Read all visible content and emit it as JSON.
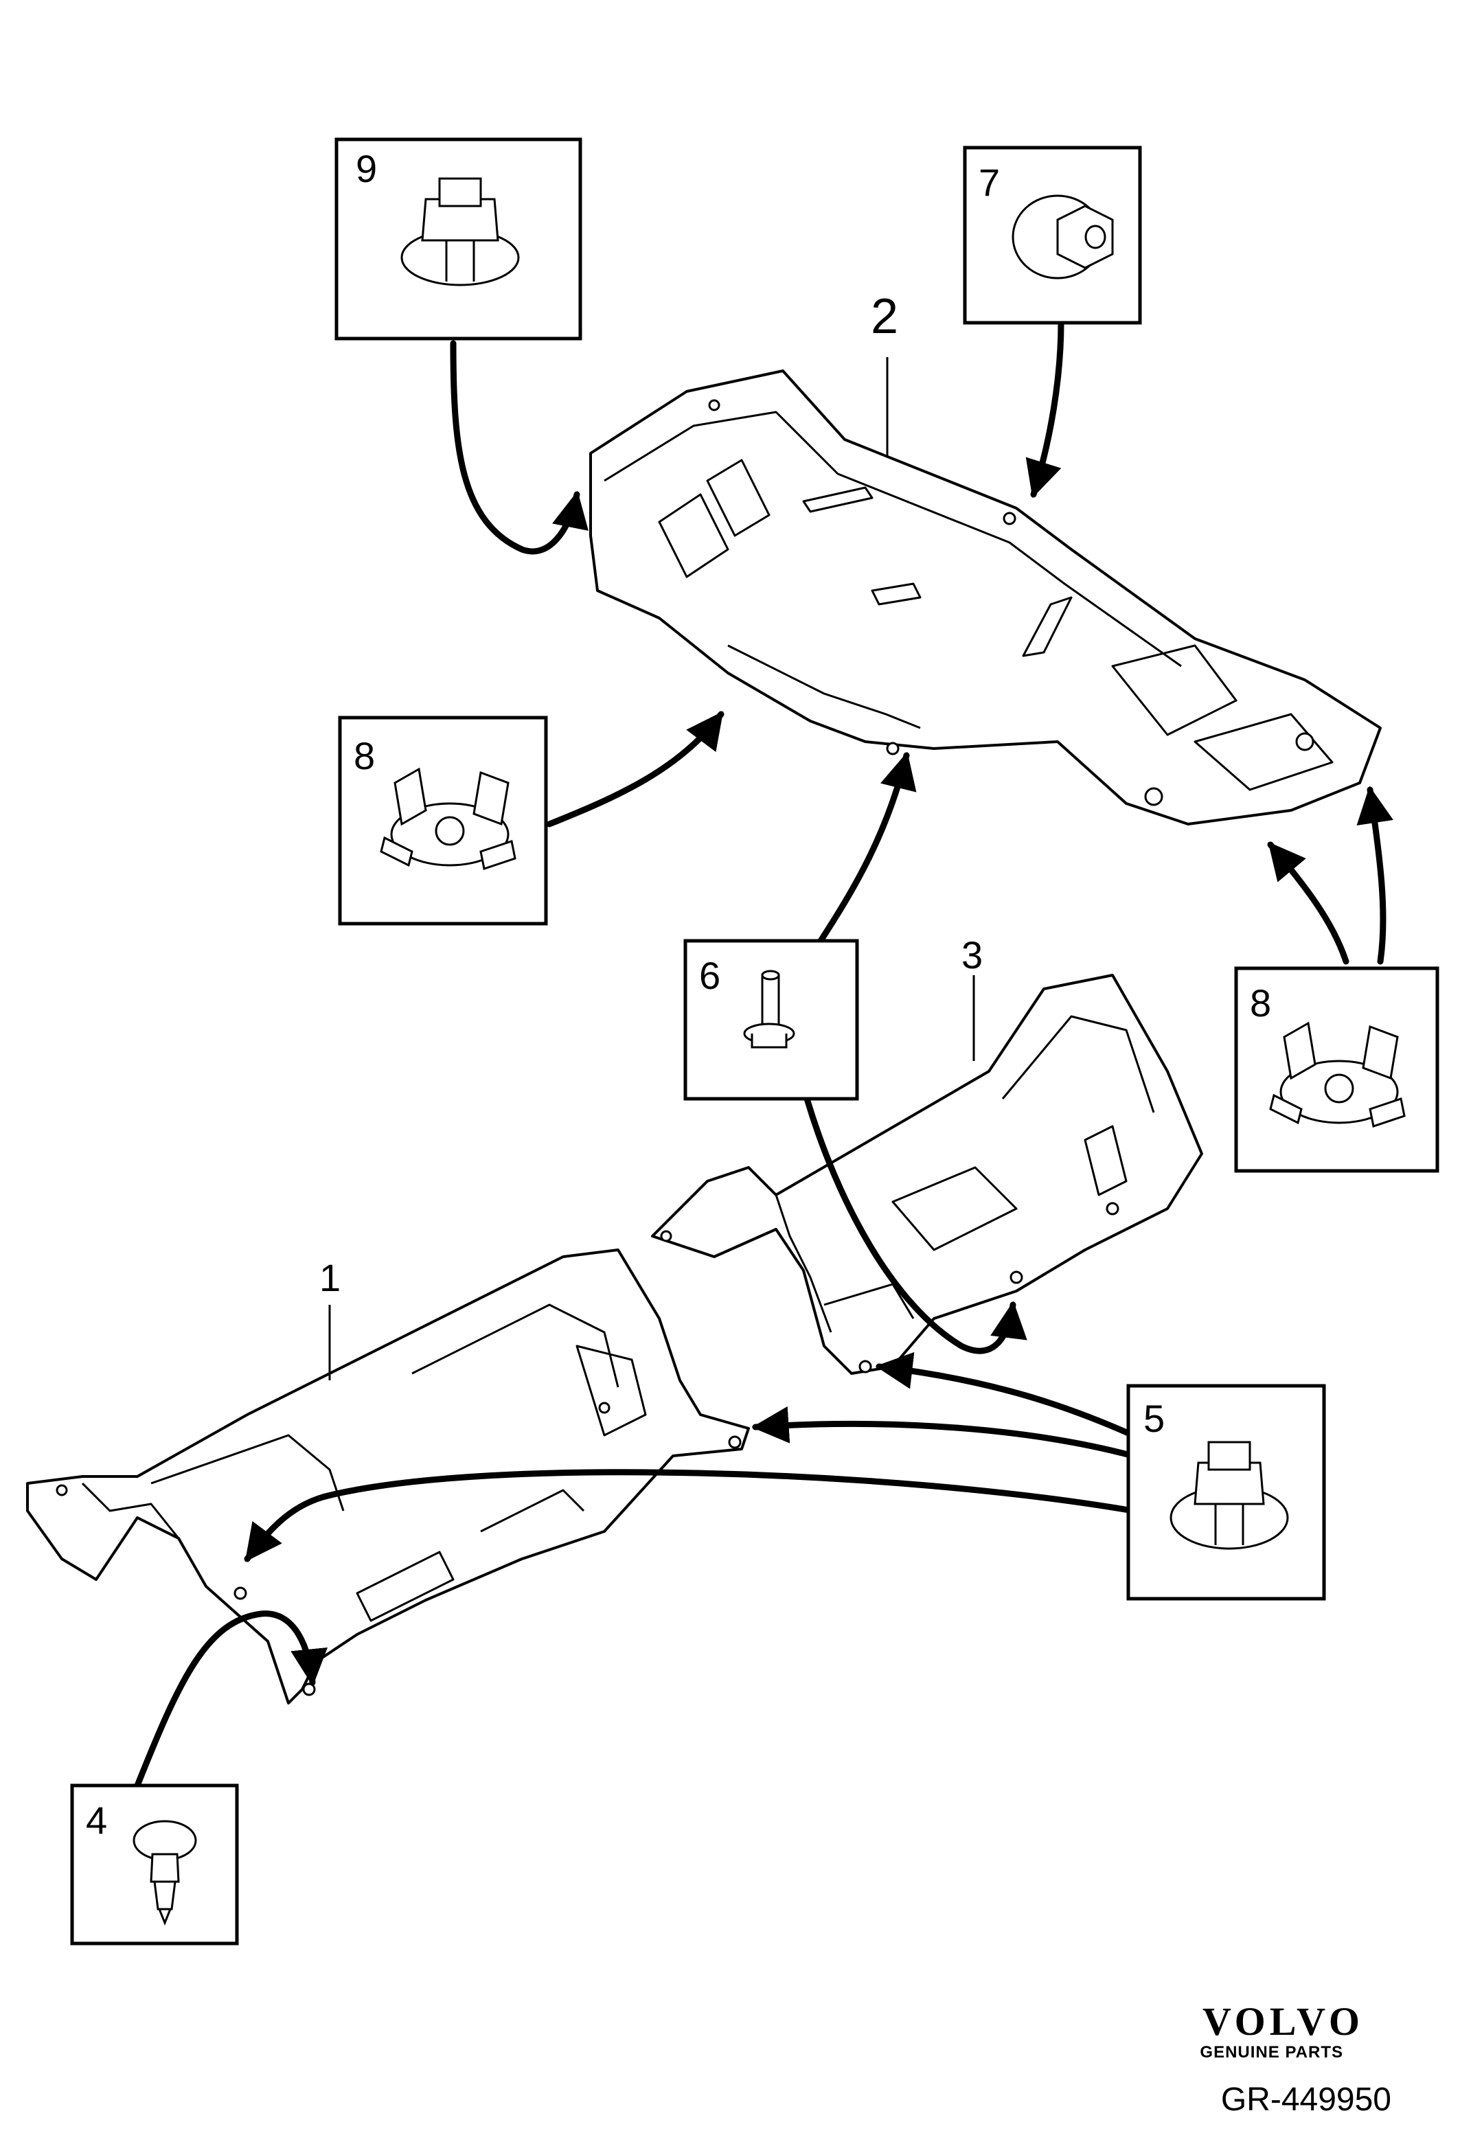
{
  "callouts": [
    {
      "id": "c9",
      "number": "9",
      "part": "expanding-nut"
    },
    {
      "id": "c7",
      "number": "7",
      "part": "flange-nut"
    },
    {
      "id": "c8a",
      "number": "8",
      "part": "clip"
    },
    {
      "id": "c6",
      "number": "6",
      "part": "flange-bolt"
    },
    {
      "id": "c8b",
      "number": "8",
      "part": "clip"
    },
    {
      "id": "c5",
      "number": "5",
      "part": "expanding-nut"
    },
    {
      "id": "c4",
      "number": "4",
      "part": "push-rivet"
    }
  ],
  "part_labels": {
    "heat_shield_rear": "2",
    "heat_shield_middle": "3",
    "heat_shield_front": "1"
  },
  "brand": {
    "name": "VOLVO",
    "tagline": "GENUINE PARTS"
  },
  "reference": "GR-449950"
}
